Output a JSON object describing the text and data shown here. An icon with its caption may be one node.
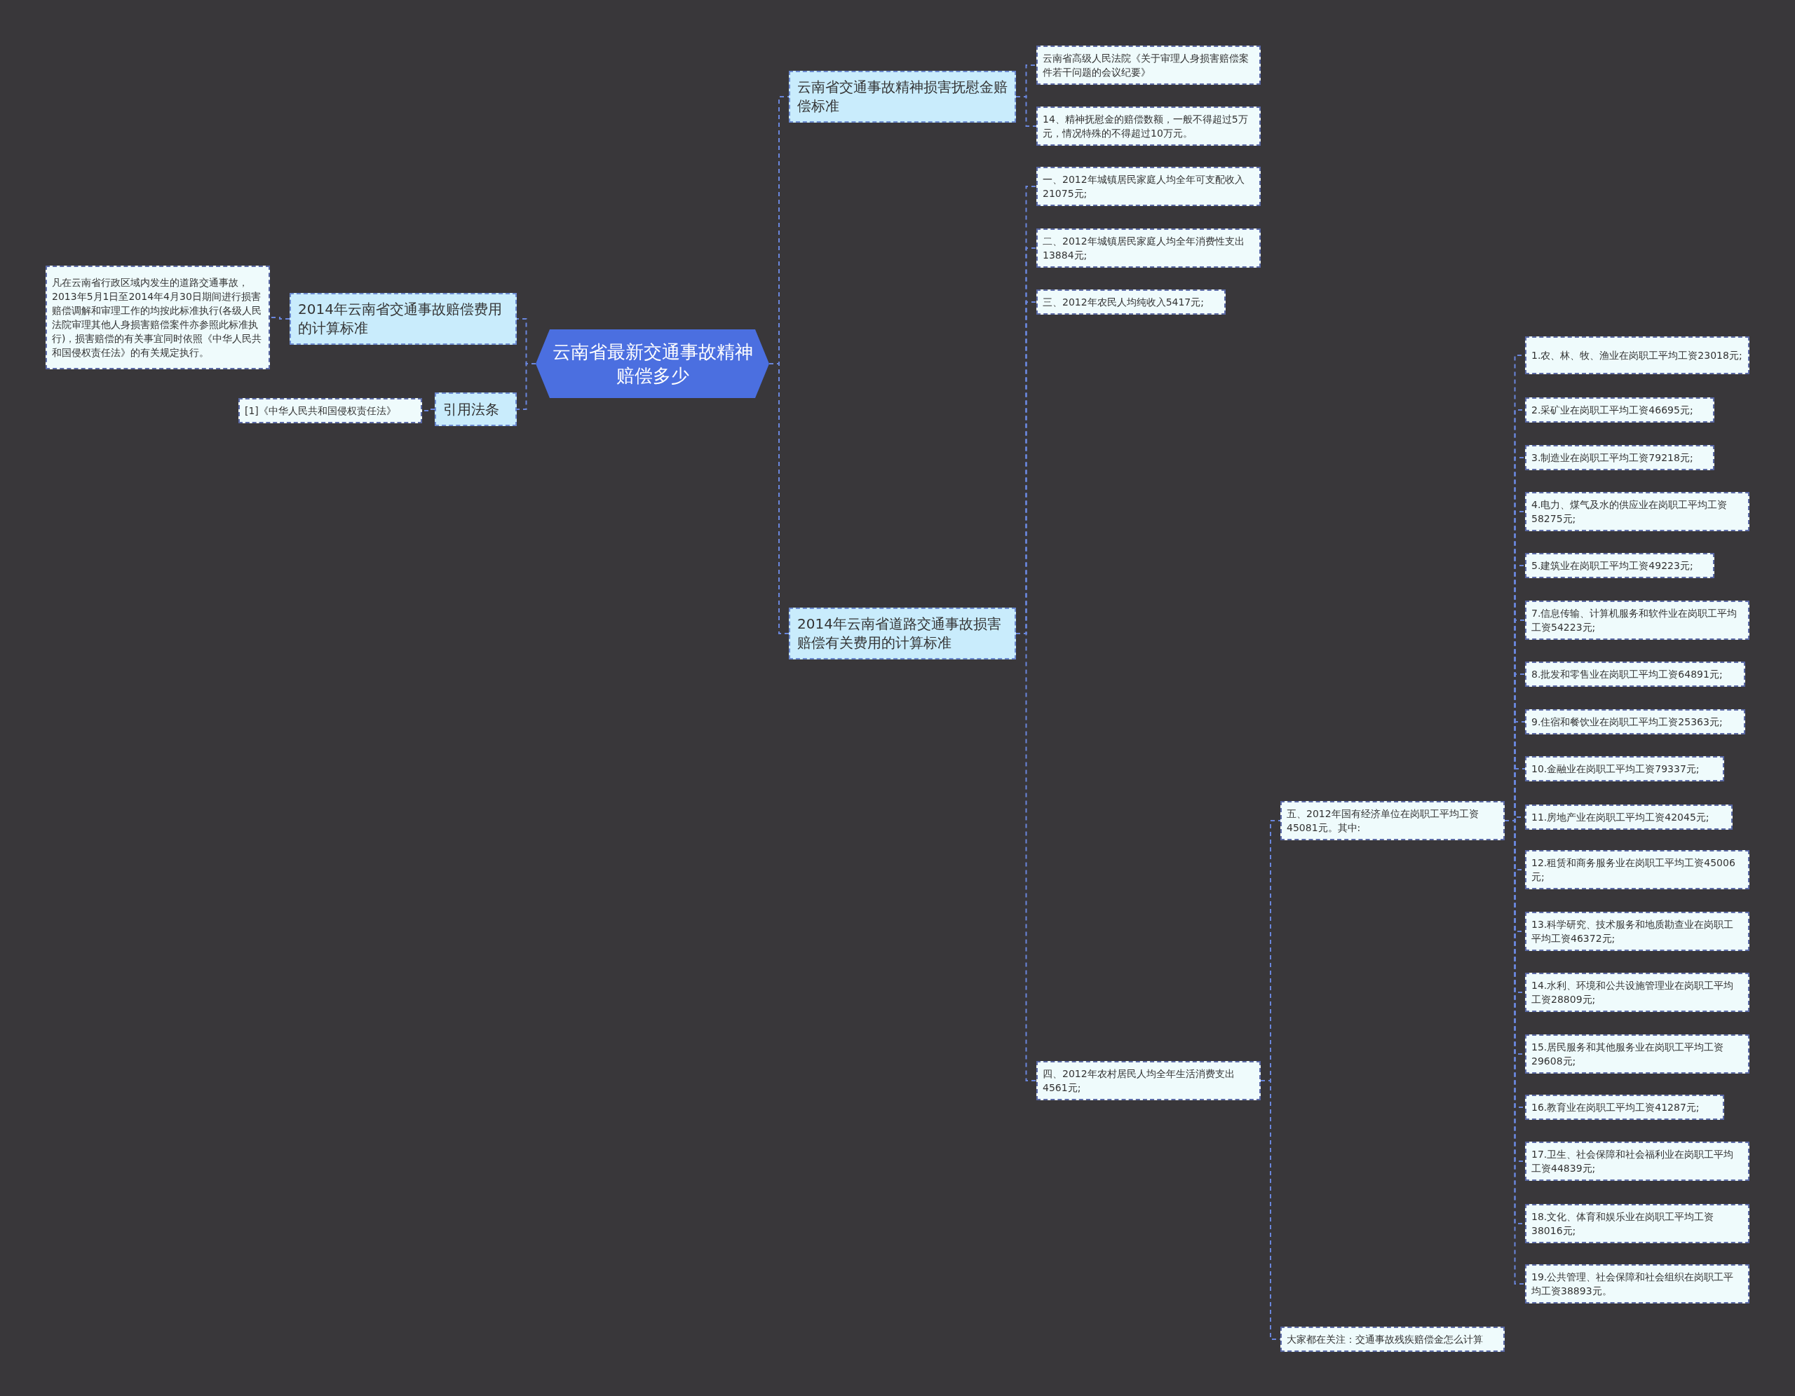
{
  "diagram": {
    "nodes": [
      {
        "text": [
          "云南省最新交通事故精神赔偿多少"
        ]
      },
      {
        "text": [
          "2014年云南省交通事故赔偿费用的计算标准"
        ]
      },
      {
        "text": [
          "凡在云南省行政区域内发生的道路交通事故，2013年5月1日至2014年4月30日期间进行损害赔偿调解和审理工作的均按此标准执行(各级人民法院审理其他人身损害赔偿案件亦参照此标准执行)，损害赔偿的有关事宜同时依照《中华人民共和国侵权责任法》的有关规定执行。"
        ]
      },
      {
        "text": [
          "引用法条"
        ]
      },
      {
        "text": [
          "[1]《中华人民共和国侵权责任法》"
        ]
      },
      {
        "text": [
          "云南省交通事故精神损害抚慰金赔偿标准"
        ]
      },
      {
        "text": [
          "云南省高级人民法院《关于审理人身损害赔偿案件若干问题的会议纪要》"
        ]
      },
      {
        "text": [
          "14、精神抚慰金的赔偿数额，一般不得超过5万元，情况特殊的不得超过10万元。"
        ]
      },
      {
        "text": [
          "2014年云南省道路交通事故损害赔偿有关费用的计算标准"
        ]
      },
      {
        "text": [
          "一、2012年城镇居民家庭人均全年可支配收入21075元;"
        ]
      },
      {
        "text": [
          "二、2012年城镇居民家庭人均全年消费性支出13884元;"
        ]
      },
      {
        "text": [
          "三、2012年农民人均纯收入5417元;"
        ]
      },
      {
        "text": [
          "四、2012年农村居民人均全年生活消费支出4561元;"
        ]
      },
      {
        "text": [
          "五、2012年国有经济单位在岗职工平均工资45081元。其中:"
        ]
      },
      {
        "text": [
          "大家都在关注：交通事故残疾赔偿金怎么计算"
        ]
      },
      {
        "text": [
          "1.农、林、牧、渔业在岗职工平均工资23018元;"
        ]
      },
      {
        "text": [
          "2.采矿业在岗职工平均工资46695元;"
        ]
      },
      {
        "text": [
          "3.制造业在岗职工平均工资79218元;"
        ]
      },
      {
        "text": [
          "4.电力、煤气及水的供应业在岗职工平均工资58275元;"
        ]
      },
      {
        "text": [
          "5.建筑业在岗职工平均工资49223元;"
        ]
      },
      {
        "text": [
          "7.信息传输、计算机服务和软件业在岗职工平均工资54223元;"
        ]
      },
      {
        "text": [
          "8.批发和零售业在岗职工平均工资64891元;"
        ]
      },
      {
        "text": [
          "9.住宿和餐饮业在岗职工平均工资25363元;"
        ]
      },
      {
        "text": [
          "10.金融业在岗职工平均工资79337元;"
        ]
      },
      {
        "text": [
          "11.房地产业在岗职工平均工资42045元;"
        ]
      },
      {
        "text": [
          "12.租赁和商务服务业在岗职工平均工资45006元;"
        ]
      },
      {
        "text": [
          "13.科学研究、技术服务和地质勘查业在岗职工平均工资46372元;"
        ]
      },
      {
        "text": [
          "14.水利、环境和公共设施管理业在岗职工平均工资28809元;"
        ]
      },
      {
        "text": [
          "15.居民服务和其他服务业在岗职工平均工资29608元;"
        ]
      },
      {
        "text": [
          "16.教育业在岗职工平均工资41287元;"
        ]
      },
      {
        "text": [
          "17.卫生、社会保障和社会福利业在岗职工平均工资44839元;"
        ]
      },
      {
        "text": [
          "18.文化、体育和娱乐业在岗职工平均工资38016元;"
        ]
      },
      {
        "text": [
          "19.公共管理、社会保障和社会组织在岗职工平均工资38893元。"
        ]
      }
    ],
    "edges": [
      {
        "from": 0,
        "to": 1,
        "arrow": "none"
      },
      {
        "from": 1,
        "to": 2,
        "arrow": "none"
      },
      {
        "from": 0,
        "to": 3,
        "arrow": "none"
      },
      {
        "from": 3,
        "to": 4,
        "arrow": "none"
      },
      {
        "from": 0,
        "to": 5,
        "arrow": "none"
      },
      {
        "from": 5,
        "to": 6,
        "arrow": "none"
      },
      {
        "from": 5,
        "to": 7,
        "arrow": "none"
      },
      {
        "from": 0,
        "to": 8,
        "arrow": "none"
      },
      {
        "from": 8,
        "to": 9,
        "arrow": "none"
      },
      {
        "from": 8,
        "to": 10,
        "arrow": "none"
      },
      {
        "from": 8,
        "to": 11,
        "arrow": "none"
      },
      {
        "from": 8,
        "to": 12,
        "arrow": "none"
      },
      {
        "from": 12,
        "to": 13,
        "arrow": "none"
      },
      {
        "from": 12,
        "to": 14,
        "arrow": "none"
      },
      {
        "from": 13,
        "to": 15,
        "arrow": "none"
      },
      {
        "from": 13,
        "to": 16,
        "arrow": "none"
      },
      {
        "from": 13,
        "to": 17,
        "arrow": "none"
      },
      {
        "from": 13,
        "to": 18,
        "arrow": "none"
      },
      {
        "from": 13,
        "to": 19,
        "arrow": "none"
      },
      {
        "from": 13,
        "to": 20,
        "arrow": "none"
      },
      {
        "from": 13,
        "to": 21,
        "arrow": "none"
      },
      {
        "from": 13,
        "to": 22,
        "arrow": "none"
      },
      {
        "from": 13,
        "to": 23,
        "arrow": "none"
      },
      {
        "from": 13,
        "to": 24,
        "arrow": "none"
      },
      {
        "from": 13,
        "to": 25,
        "arrow": "none"
      },
      {
        "from": 13,
        "to": 26,
        "arrow": "none"
      },
      {
        "from": 13,
        "to": 27,
        "arrow": "none"
      },
      {
        "from": 13,
        "to": 28,
        "arrow": "none"
      },
      {
        "from": 13,
        "to": 29,
        "arrow": "none"
      },
      {
        "from": 13,
        "to": 30,
        "arrow": "none"
      },
      {
        "from": 13,
        "to": 31,
        "arrow": "none"
      },
      {
        "from": 13,
        "to": 32,
        "arrow": "none"
      }
    ]
  }
}
